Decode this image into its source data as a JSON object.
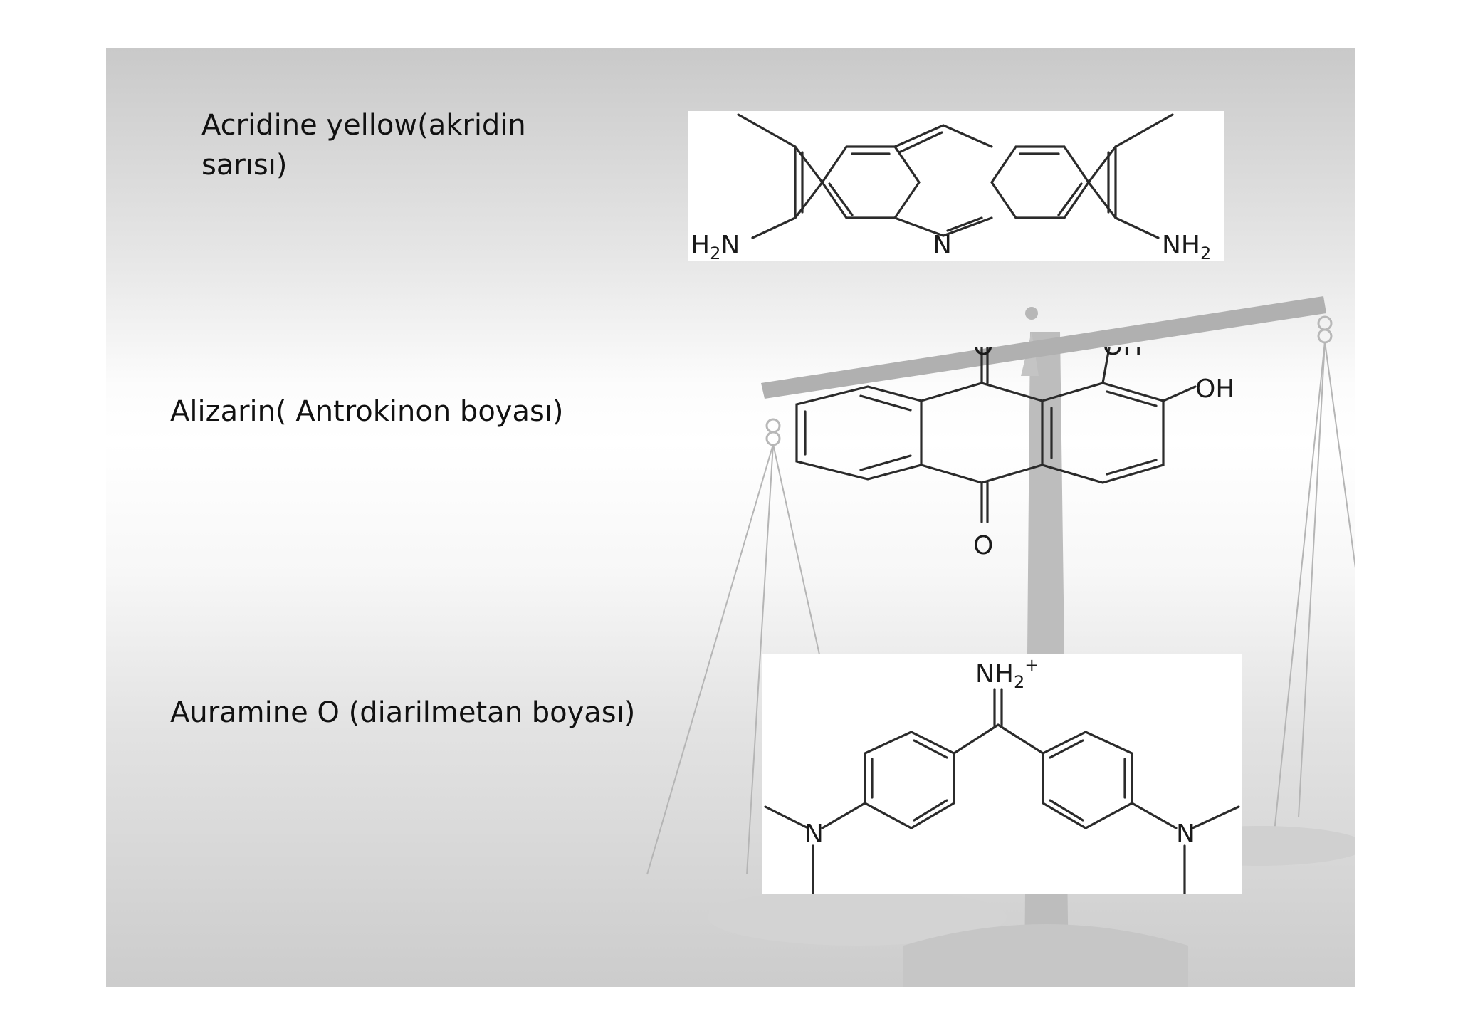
{
  "slide": {
    "background_colors": {
      "light": "#ffffff",
      "dark": "#c6c6c6",
      "scale_tone": "#bdbdbd"
    }
  },
  "compounds": [
    {
      "name_line1": "Acridine yellow(akridin",
      "name_line2": "sarısı)"
    },
    {
      "name": "Alizarin( Antrokinon boyası)"
    },
    {
      "name": "Auramine O (diarilmetan boyası)"
    }
  ],
  "structures": {
    "acridine": {
      "amine": "NH",
      "amine_sub": "2",
      "amine_h": "H",
      "ring_n": "N"
    },
    "alizarin": {
      "oxygen": "O",
      "hydroxyl": "OH"
    },
    "auramine": {
      "iminium": "NH",
      "iminium_sub": "2",
      "iminium_charge": "+",
      "amine_n": "N"
    }
  }
}
